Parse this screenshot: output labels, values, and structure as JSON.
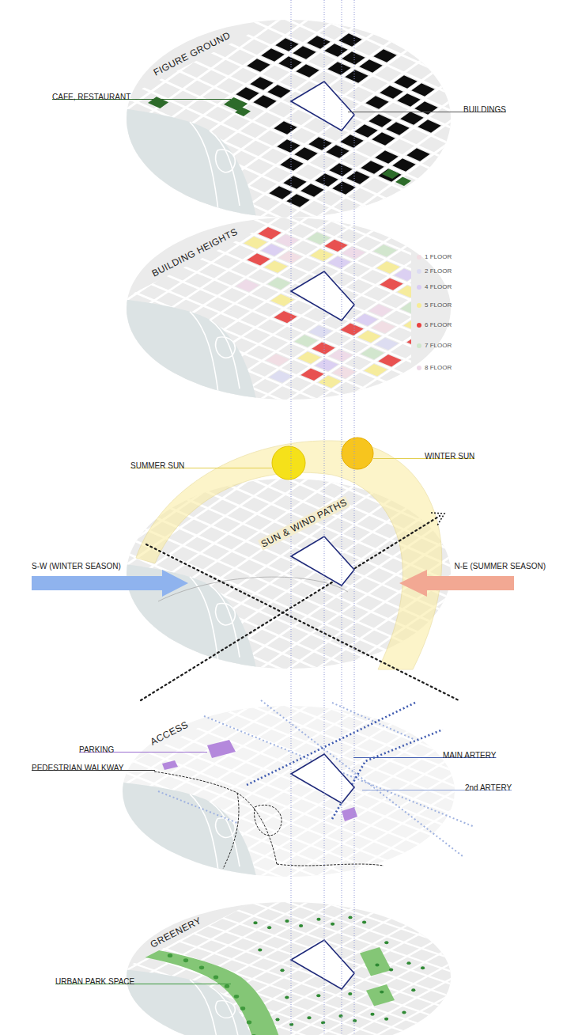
{
  "diagram": {
    "nodes": [
      {
        "text": [
          "FIGURE GROUND"
        ]
      },
      {
        "text": [
          "BUILDING HEIGHTS"
        ]
      },
      {
        "text": [
          "SUN & WIND PATHS"
        ]
      },
      {
        "text": [
          "ACCESS"
        ]
      },
      {
        "text": [
          "GREENERY"
        ]
      }
    ],
    "labels": [
      "CAFE, RESTAURANT",
      "BUILDINGS",
      "SUMMER SUN",
      "WINTER SUN",
      "S-W (WINTER SEASON)",
      "N-E (SUMMER SEASON)",
      "PARKING",
      "PEDESTRIAN WALKWAY",
      "MAIN ARTERY",
      "2nd ARTERY",
      "URBAN PARK SPACE"
    ],
    "legend": [
      {
        "text": "1 FLOOR",
        "color": "#f2dde3"
      },
      {
        "text": "2 FLOOR",
        "color": "#dcdcf2"
      },
      {
        "text": "4 FLOOR",
        "color": "#d9cdf3"
      },
      {
        "text": "5 FLOOR",
        "color": "#f7ec95"
      },
      {
        "text": "6 FLOOR",
        "color": "#e8403f"
      },
      {
        "text": "7 FLOOR",
        "color": "#cfe6cb"
      },
      {
        "text": "8 FLOOR",
        "color": "#eed9e8"
      }
    ]
  }
}
